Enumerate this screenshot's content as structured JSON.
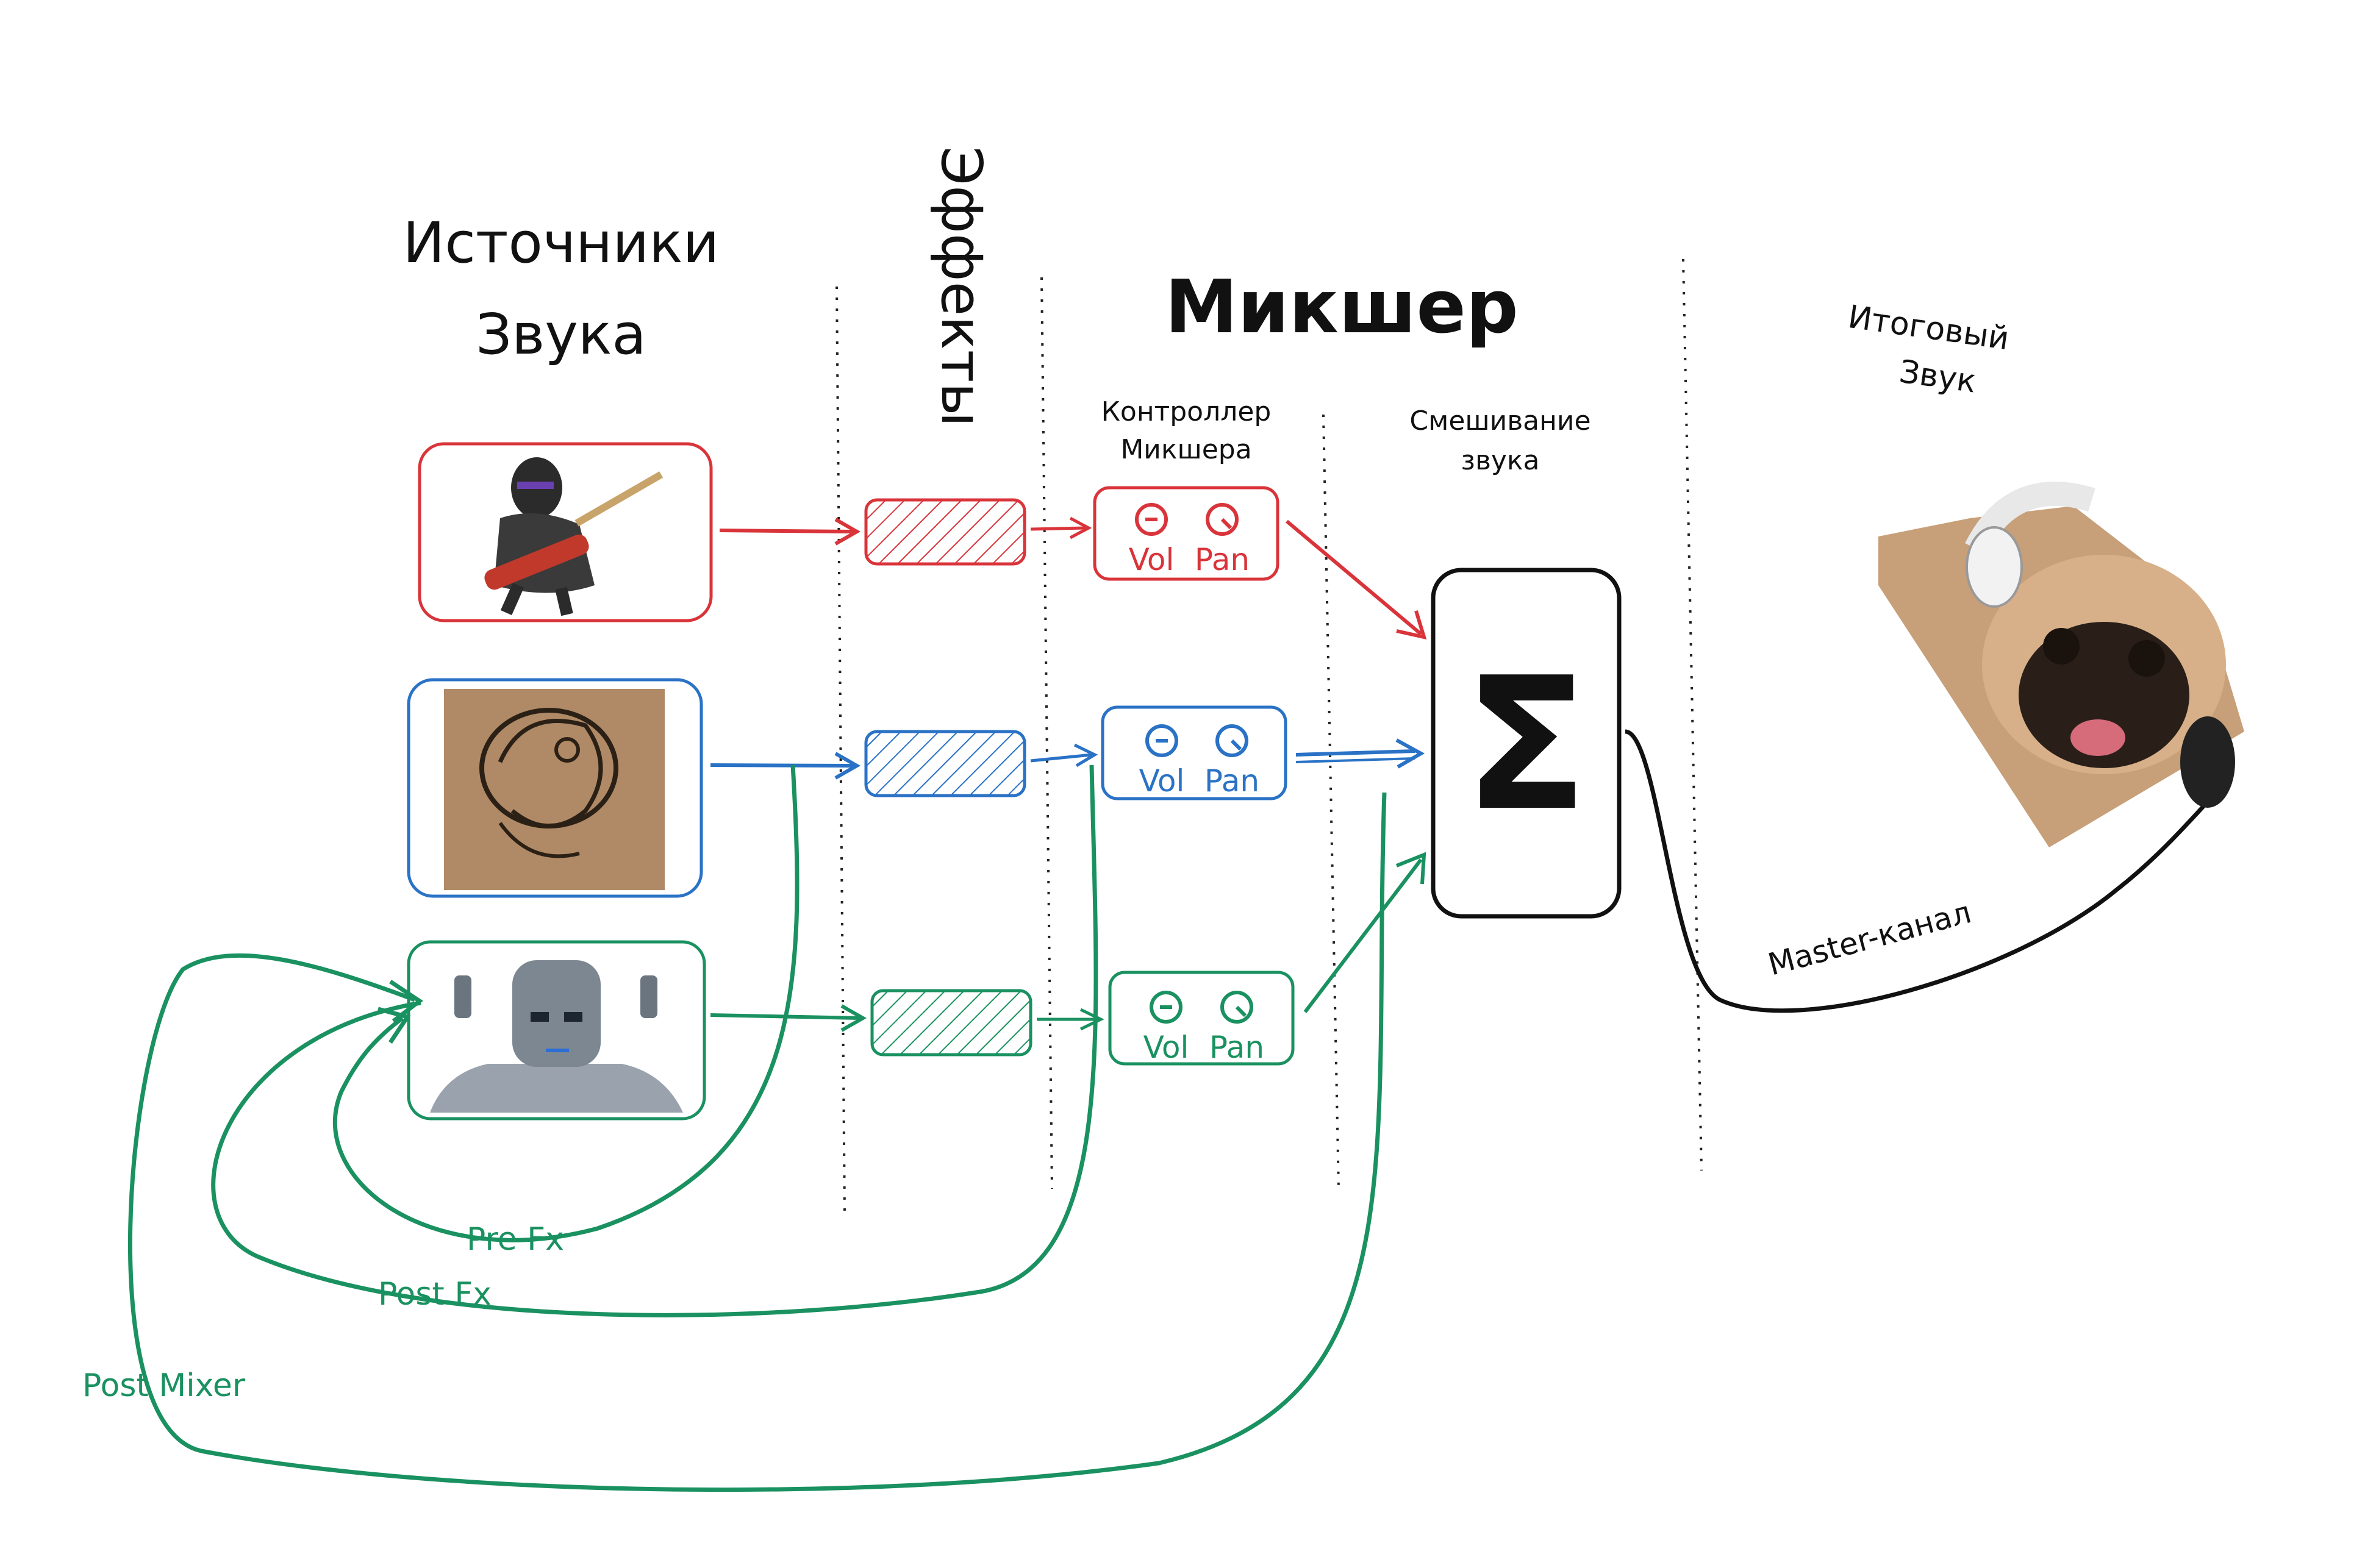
{
  "headings": {
    "sources": [
      "Источники",
      "Звука"
    ],
    "effects": "Эффекты",
    "mixer": "Микшер",
    "controller": [
      "Контроллер",
      "Микшера"
    ],
    "mixing": [
      "Смешивание",
      "звука"
    ],
    "output": [
      "Итоговый",
      "Звук"
    ]
  },
  "channels": [
    {
      "color": "#d9343a",
      "source_icon": "gorilla-bass-icon",
      "vol_label": "Vol",
      "pan_label": "Pan"
    },
    {
      "color": "#2a72c6",
      "source_icon": "fish-sketch-icon",
      "vol_label": "Vol",
      "pan_label": "Pan"
    },
    {
      "color": "#1a9160",
      "source_icon": "cyberman-robot-icon",
      "vol_label": "Vol",
      "pan_label": "Pan"
    }
  ],
  "sum_symbol": "Σ",
  "routing": {
    "pre_fx": "Pre Fx",
    "post_fx": "Post Fx",
    "post_mixer": "Post Mixer"
  },
  "master_label": "Master-канал",
  "output_icon": "pug-headphones-icon"
}
